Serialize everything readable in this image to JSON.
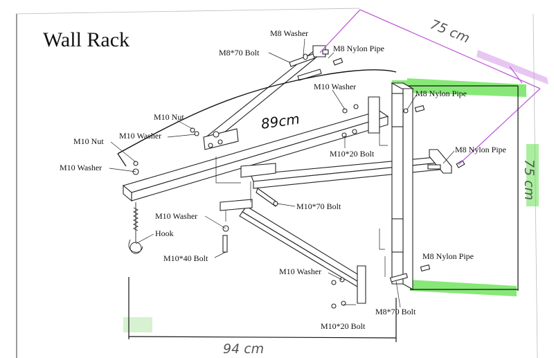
{
  "title": "Wall Rack",
  "labels": {
    "m8_washer": "M8 Washer",
    "m8_70_bolt_top": "M8*70 Bolt",
    "m8_nylon_pipe_top": "M8 Nylon Pipe",
    "m10_washer_upper": "M10 Washer",
    "m8_nylon_pipe_right1": "M8 Nylon Pipe",
    "m10_nut_center": "M10 Nut",
    "m10_washer_center": "M10 Washer",
    "m10_20_bolt_upper": "M10*20 Bolt",
    "m10_nut_left": "M10 Nut",
    "m8_nylon_pipe_right2": "M8 Nylon Pipe",
    "m10_washer_left": "M10 Washer",
    "m10_70_bolt": "M10*70 Bolt",
    "m10_washer_lower_left": "M10 Washer",
    "hook": "Hook",
    "m10_40_bolt": "M10*40 Bolt",
    "m8_nylon_pipe_bottom": "M8 Nylon Pipe",
    "m10_washer_bottom": "M10 Washer",
    "m8_70_bolt_bottom": "M8*70 Bolt",
    "m10_20_bolt_bottom": "M10*20 Bolt"
  },
  "dimensions": {
    "arm_length": "89cm",
    "top_width": "75 cm",
    "height": "75 cm",
    "bottom_width": "94 cm"
  },
  "colors": {
    "highlight_green": "#5fe04a",
    "highlight_purple": "#c060d8"
  }
}
